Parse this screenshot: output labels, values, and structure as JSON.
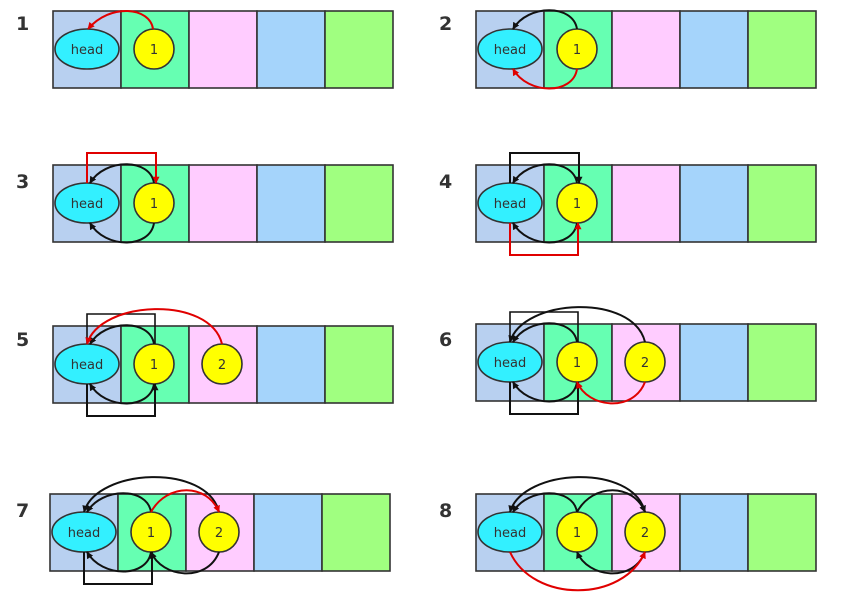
{
  "steps": [
    {
      "number": "1",
      "head_label": "head",
      "nodes": [
        "1"
      ]
    },
    {
      "number": "2",
      "head_label": "head",
      "nodes": [
        "1"
      ]
    },
    {
      "number": "3",
      "head_label": "head",
      "nodes": [
        "1"
      ]
    },
    {
      "number": "4",
      "head_label": "head",
      "nodes": [
        "1"
      ]
    },
    {
      "number": "5",
      "head_label": "head",
      "nodes": [
        "1",
        "2"
      ]
    },
    {
      "number": "6",
      "head_label": "head",
      "nodes": [
        "1",
        "2"
      ]
    },
    {
      "number": "7",
      "head_label": "head",
      "nodes": [
        "1",
        "2"
      ]
    },
    {
      "number": "8",
      "head_label": "head",
      "nodes": [
        "1",
        "2"
      ]
    }
  ],
  "colors": {
    "cell_1": "#b8d0f0",
    "cell_2": "#66ffb2",
    "cell_3": "#ffccff",
    "cell_4": "#a5d4fb",
    "cell_5": "#a0ff80",
    "head_fill": "#33f0ff",
    "node_fill": "#ffff00",
    "link_black": "#111111",
    "link_red": "#e00000"
  }
}
